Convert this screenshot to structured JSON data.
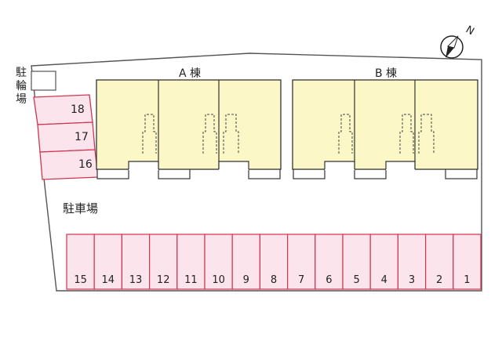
{
  "compass": {
    "label": "N",
    "icon": "north-arrow-icon"
  },
  "bicycle_parking": {
    "chars": [
      "駐",
      "輪",
      "場"
    ]
  },
  "car_parking_label": "駐車場",
  "buildings": [
    {
      "id": "A",
      "label": "A 棟",
      "units": 3
    },
    {
      "id": "B",
      "label": "B 棟",
      "units": 3
    }
  ],
  "side_spaces": [
    "18",
    "17",
    "16"
  ],
  "bottom_spaces": [
    "15",
    "14",
    "13",
    "12",
    "11",
    "10",
    "9",
    "8",
    "7",
    "6",
    "5",
    "4",
    "3",
    "2",
    "1"
  ],
  "colors": {
    "lot_fill": "#ffffff",
    "lot_stroke": "#555555",
    "building_fill": "#fbf7c6",
    "parking_fill": "#fce4ec",
    "parking_stroke": "#d0344f"
  }
}
